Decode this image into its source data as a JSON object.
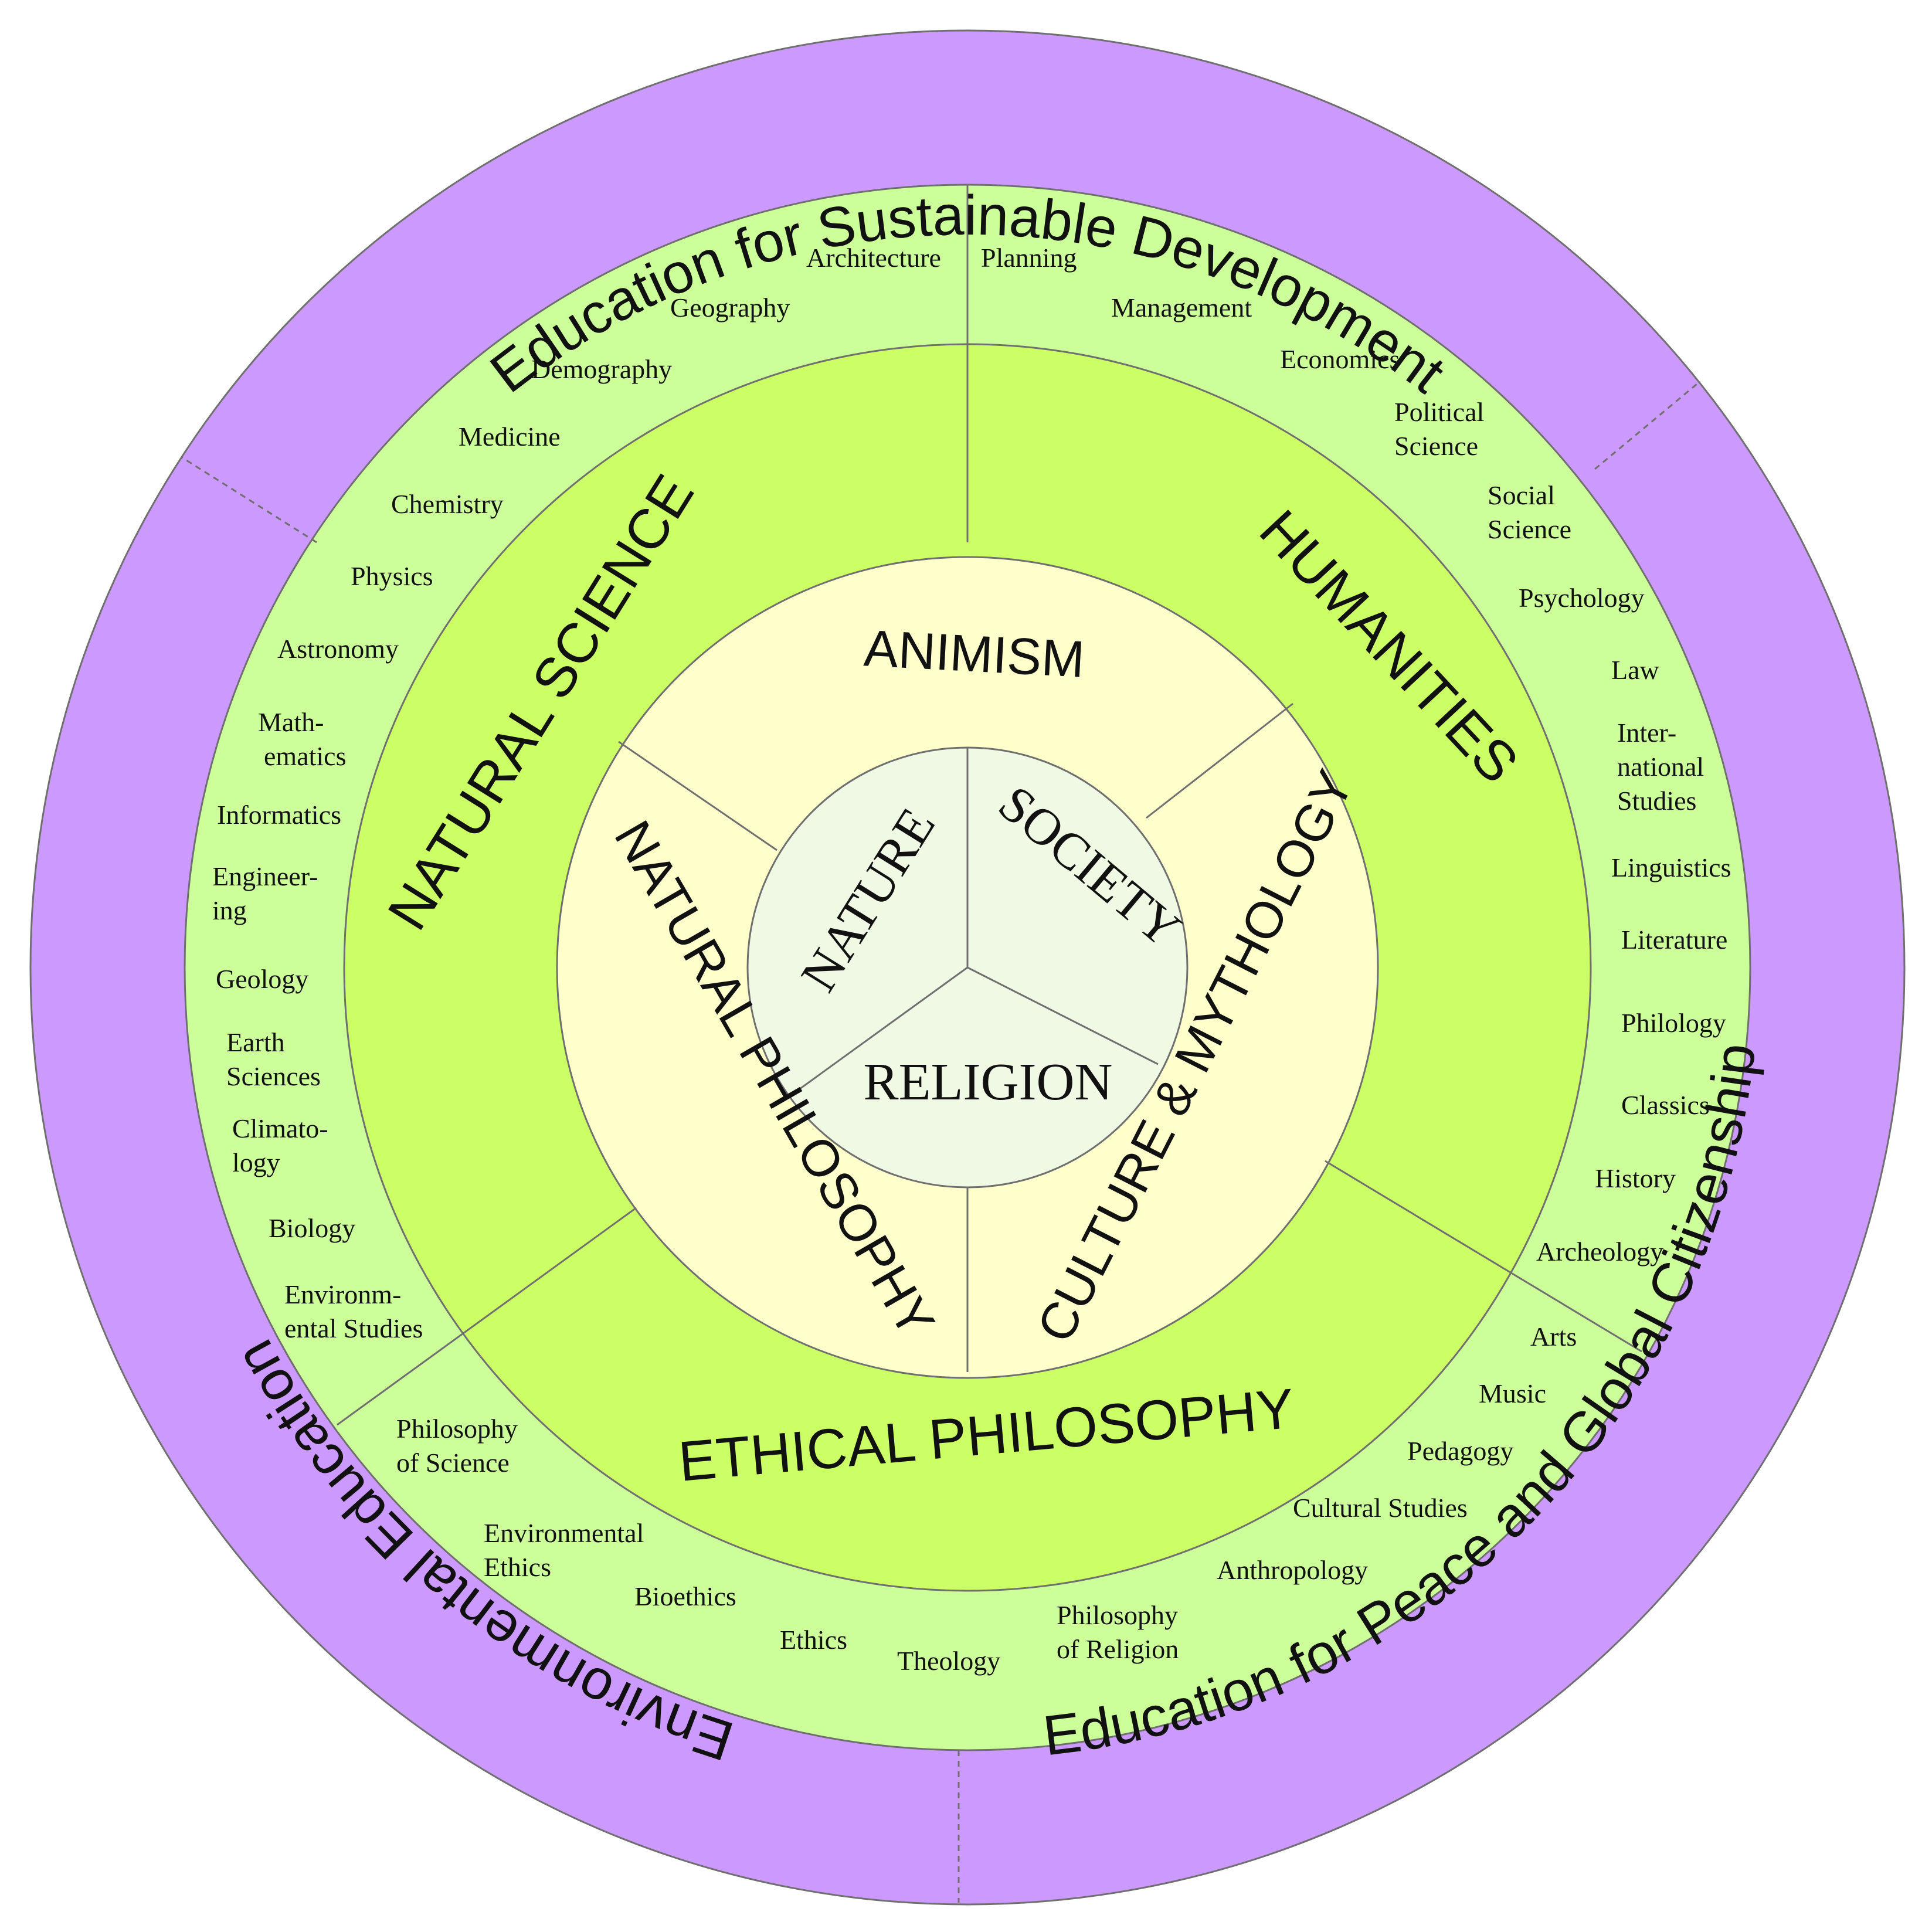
{
  "colors": {
    "outer_ring": "#cc99ff",
    "discipline_ring": "#ccff99",
    "domain_ring": "#ccff66",
    "inner_ring": "#ffffcc",
    "core": "#f0f9e4",
    "line": "#6f6f6f"
  },
  "outer": {
    "top": "Education for Sustainable Development",
    "left": "Environmental Education",
    "right": "Education for Peace and Global Citizenship"
  },
  "domains": {
    "natural_science": "NATURAL SCIENCE",
    "humanities": "HUMANITIES",
    "ethical_philosophy": "ETHICAL PHILOSOPHY"
  },
  "inner": {
    "animism": "ANIMISM",
    "natural_philosophy": "NATURAL PHILOSOPHY",
    "culture_mythology": "CULTURE & MYTHOLOGY"
  },
  "core": {
    "nature": "NATURE",
    "society": "SOCIETY",
    "religion": "RELIGION"
  },
  "disciplines": {
    "architecture": "Architecture",
    "geography": "Geography",
    "demography": "Demography",
    "medicine": "Medicine",
    "chemistry": "Chemistry",
    "physics": "Physics",
    "astronomy": "Astronomy",
    "mathematics_1": "Math-",
    "mathematics_2": "ematics",
    "informatics": "Informatics",
    "engineering_1": "Engineer-",
    "engineering_2": "ing",
    "geology": "Geology",
    "earth_sciences_1": "Earth",
    "earth_sciences_2": "Sciences",
    "climatology_1": "Climato-",
    "climatology_2": "logy",
    "biology": "Biology",
    "environmental_studies_1": "Environm-",
    "environmental_studies_2": "ental Studies",
    "planning": "Planning",
    "management": "Management",
    "economics": "Economics",
    "political_science_1": "Political",
    "political_science_2": "Science",
    "social_science_1": "Social",
    "social_science_2": "Science",
    "psychology": "Psychology",
    "law": "Law",
    "international_studies_1": "Inter-",
    "international_studies_2": "national",
    "international_studies_3": "Studies",
    "linguistics": "Linguistics",
    "literature": "Literature",
    "philology": "Philology",
    "classics": "Classics",
    "history": "History",
    "archeology": "Archeology",
    "arts": "Arts",
    "music": "Music",
    "pedagogy": "Pedagogy",
    "cultural_studies": "Cultural Studies",
    "anthropology": "Anthropology",
    "philosophy_of_religion_1": "Philosophy",
    "philosophy_of_religion_2": "of Religion",
    "theology": "Theology",
    "ethics": "Ethics",
    "bioethics": "Bioethics",
    "environmental_ethics_1": "Environmental",
    "environmental_ethics_2": "Ethics",
    "philosophy_of_science_1": "Philosophy",
    "philosophy_of_science_2": "of Science"
  }
}
